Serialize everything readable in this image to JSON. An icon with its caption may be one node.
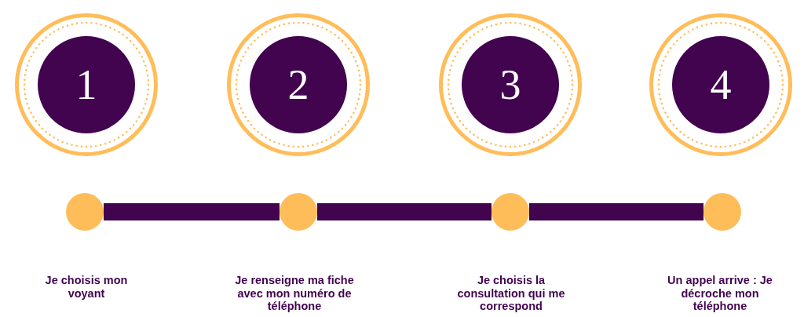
{
  "diagram": {
    "nodes": [
      {
        "text": [
          "1"
        ]
      },
      {
        "text": [
          "2"
        ]
      },
      {
        "text": [
          "3"
        ]
      },
      {
        "text": [
          "4"
        ]
      },
      {
        "text": [],
        "shape": "circle",
        "beside": [
          "Je choisis mon voyant"
        ]
      },
      {
        "text": [],
        "shape": "circle",
        "beside": [
          "Je renseigne ma fiche avec mon numéro de téléphone"
        ]
      },
      {
        "text": [],
        "shape": "circle",
        "beside": [
          "Je choisis la consultation qui me correspond"
        ]
      },
      {
        "text": [],
        "shape": "circle",
        "beside": [
          "Un appel arrive : Je décroche mon téléphone"
        ]
      }
    ],
    "edges": [
      {
        "from": 4,
        "to": 5,
        "arrow": "none"
      },
      {
        "from": 5,
        "to": 6,
        "arrow": "none"
      },
      {
        "from": 6,
        "to": 7,
        "arrow": "none"
      }
    ]
  }
}
